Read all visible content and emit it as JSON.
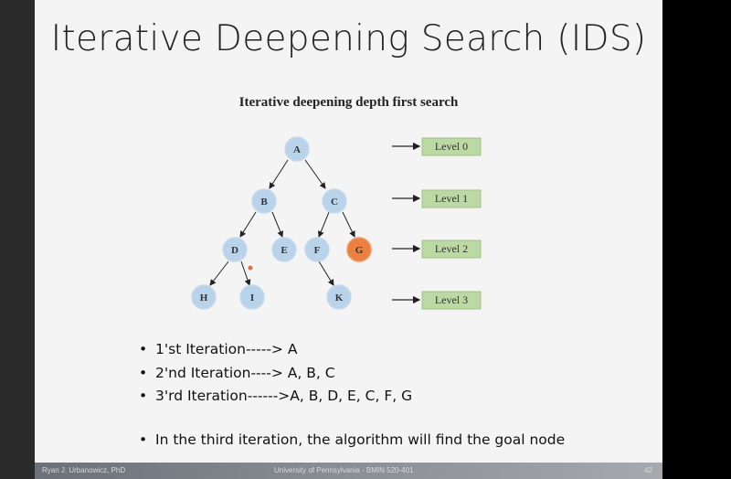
{
  "slide": {
    "title": "Iterative Deepening Search (IDS)",
    "figure_title": "Iterative deepening depth first search"
  },
  "tree": {
    "nodes": [
      "A",
      "B",
      "C",
      "D",
      "E",
      "F",
      "G",
      "H",
      "I",
      "K"
    ],
    "edges": [
      [
        "A",
        "B"
      ],
      [
        "A",
        "C"
      ],
      [
        "B",
        "D"
      ],
      [
        "B",
        "E"
      ],
      [
        "C",
        "F"
      ],
      [
        "C",
        "G"
      ],
      [
        "D",
        "H"
      ],
      [
        "D",
        "I"
      ],
      [
        "F",
        "K"
      ]
    ],
    "goal_node": "G",
    "levels": [
      "Level 0",
      "Level 1",
      "Level 2",
      "Level 3"
    ],
    "colors": {
      "node": "#b9d3ea",
      "goal": "#ec8040",
      "level_box": "#bcd9a5"
    }
  },
  "bullets": [
    "1'st Iteration-----> A",
    "2'nd Iteration----> A, B, C",
    "3'rd Iteration------>A, B, D, E, C, F, G"
  ],
  "conclusion": "In the third iteration, the algorithm will find the goal node",
  "footer": {
    "author": "Ryan J. Urbanowicz, PhD",
    "institution": "University of Pennsylvania - BMIN 520-401",
    "page": "42"
  }
}
